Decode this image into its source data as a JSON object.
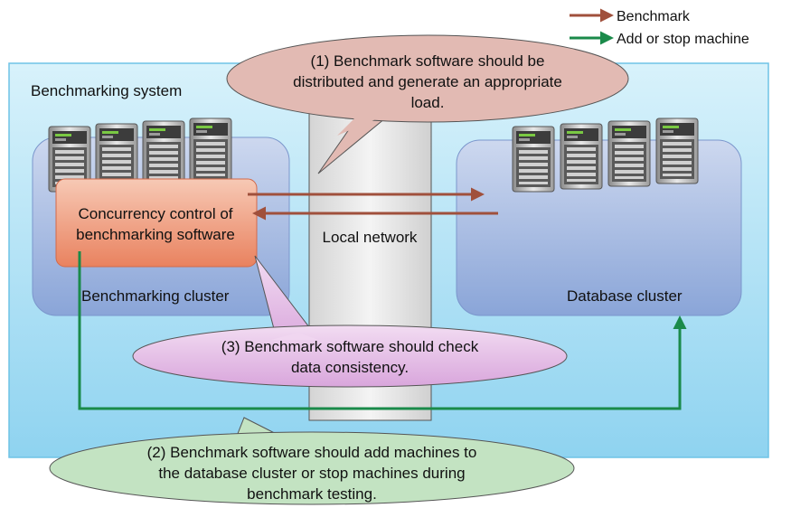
{
  "legend": {
    "benchmark_label": "Benchmark",
    "add_stop_label": "Add or stop machine",
    "benchmark_color": "#a0503c",
    "add_stop_color": "#1a8a4a"
  },
  "system": {
    "title": "Benchmarking system"
  },
  "benchmarking_cluster": {
    "label": "Benchmarking cluster",
    "control_line1": "Concurrency control of",
    "control_line2": "benchmarking software"
  },
  "network": {
    "label": "Local network"
  },
  "database_cluster": {
    "label": "Database cluster"
  },
  "callouts": {
    "c1": {
      "line1": "(1) Benchmark software should be",
      "line2": "distributed and generate an appropriate",
      "line3": "load."
    },
    "c2": {
      "line1": "(2) Benchmark software should add machines to",
      "line2": "the database cluster or stop machines during",
      "line3": "benchmark testing."
    },
    "c3": {
      "line1": "(3) Benchmark software should check",
      "line2": "data consistency."
    }
  },
  "icons": [
    "server-icon",
    "arrow-icon"
  ]
}
